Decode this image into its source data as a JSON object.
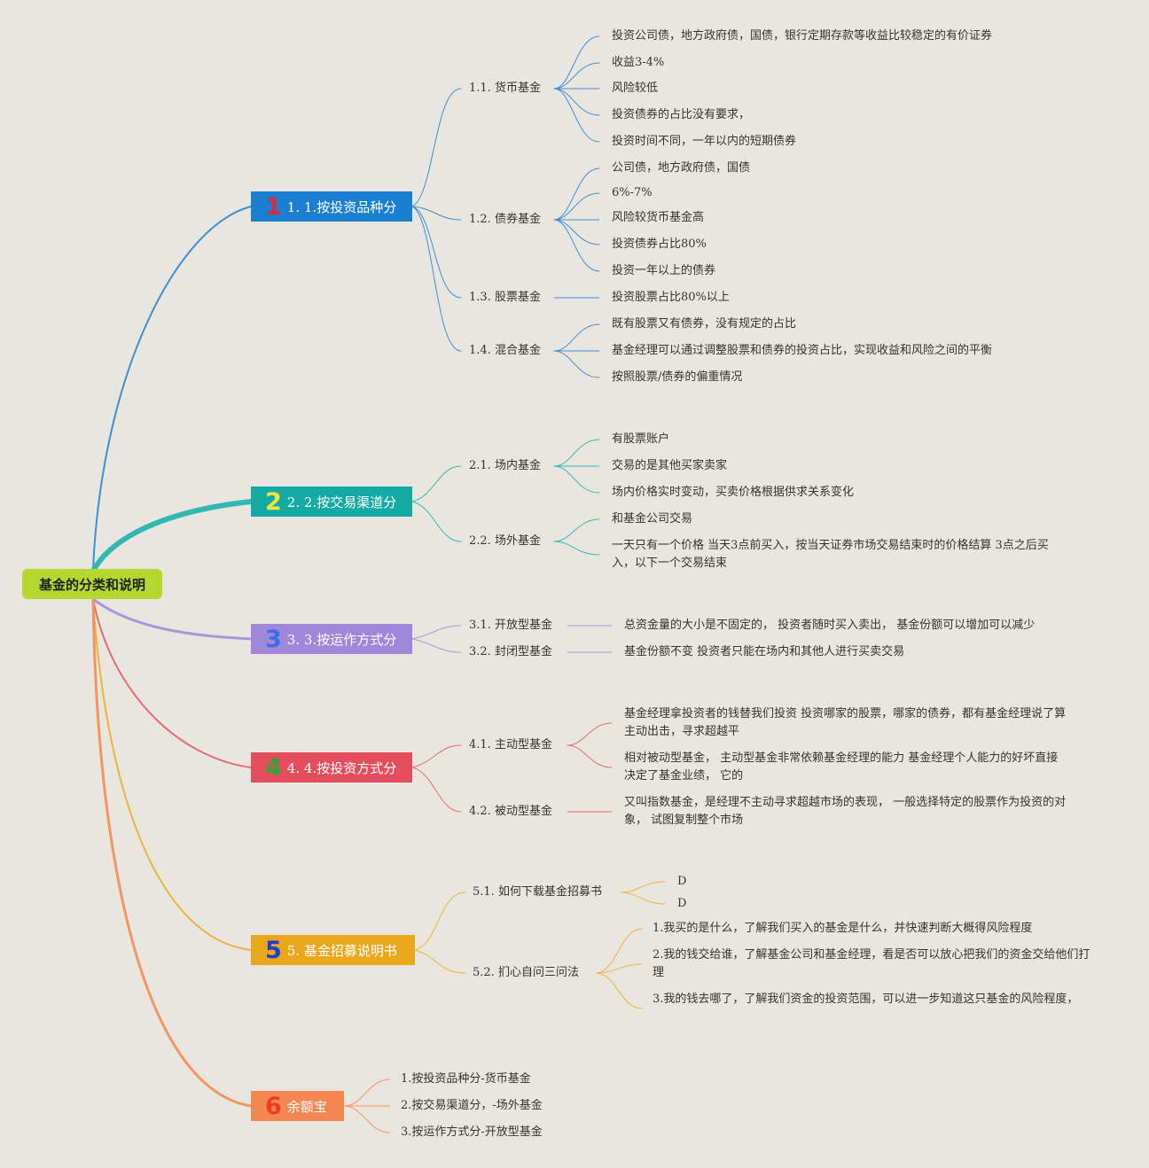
{
  "root": {
    "label": "基金的分类和说明"
  },
  "colors": {
    "root": "#b5d72e",
    "b1": "#1a7fd0",
    "b2": "#13aaa4",
    "b3": "#9f87d9",
    "b4": "#e44d5c",
    "b5": "#e9a81b",
    "b6": "#f48650",
    "num1": "#e0283a",
    "num2": "#f4e43a",
    "num3": "#3a6ee8",
    "num4": "#2ca83a",
    "num5": "#1a3fd0",
    "num6": "#ef3a2a",
    "line1": "#3d8fd6",
    "line2": "#31b8b2",
    "line3": "#a997de",
    "line4": "#e56b76",
    "line5": "#e9b53a",
    "line6": "#f49460"
  },
  "branches": [
    {
      "number": "1",
      "label": "1. 1.按投资品种分",
      "children": [
        {
          "label": "1.1. 货币基金",
          "items": [
            "投资公司债，地方政府债，国债，银行定期存款等收益比较稳定的有价证券",
            "收益3-4%",
            "风险较低",
            "投资债券的占比没有要求，",
            "投资时间不同，一年以内的短期债券"
          ]
        },
        {
          "label": "1.2. 债券基金",
          "items": [
            "公司债，地方政府债，国债",
            "6%-7%",
            "风险较货币基金高",
            "投资债券占比80%",
            "投资一年以上的债券"
          ]
        },
        {
          "label": "1.3. 股票基金",
          "items": [
            "投资股票占比80%以上"
          ]
        },
        {
          "label": "1.4. 混合基金",
          "items": [
            "既有股票又有债券，没有规定的占比",
            "基金经理可以通过调整股票和债券的投资占比，实现收益和风险之间的平衡",
            "按照股票/债券的偏重情况"
          ]
        }
      ]
    },
    {
      "number": "2",
      "label": "2. 2.按交易渠道分",
      "children": [
        {
          "label": "2.1. 场内基金",
          "items": [
            "有股票账户",
            "交易的是其他买家卖家",
            "场内价格实时变动，买卖价格根据供求关系变化"
          ]
        },
        {
          "label": "2.2. 场外基金",
          "items": [
            "和基金公司交易",
            "一天只有一个价格 当天3点前买入，按当天证券市场交易结束时的价格结算 3点之后买入，以下一个交易结束"
          ]
        }
      ]
    },
    {
      "number": "3",
      "label": "3. 3.按运作方式分",
      "children": [
        {
          "label": "3.1. 开放型基金",
          "items": [
            "总资金量的大小是不固定的， 投资者随时买入卖出， 基金份额可以增加可以减少"
          ]
        },
        {
          "label": "3.2. 封闭型基金",
          "items": [
            "基金份额不变 投资者只能在场内和其他人进行买卖交易"
          ]
        }
      ]
    },
    {
      "number": "4",
      "label": "4. 4.按投资方式分",
      "children": [
        {
          "label": "4.1. 主动型基金",
          "items": [
            "基金经理拿投资者的钱替我们投资 投资哪家的股票，哪家的债券，都有基金经理说了算 主动出击，寻求超越平",
            "相对被动型基金， 主动型基金非常依赖基金经理的能力 基金经理个人能力的好坏直接决定了基金业绩， 它的"
          ]
        },
        {
          "label": "4.2. 被动型基金",
          "items": [
            "又叫指数基金，是经理不主动寻求超越市场的表现， 一般选择特定的股票作为投资的对象， 试图复制整个市场"
          ]
        }
      ]
    },
    {
      "number": "5",
      "label": "5. 基金招募说明书",
      "children": [
        {
          "label": "5.1. 如何下载基金招募书",
          "items": [
            "D",
            "D"
          ]
        },
        {
          "label": "5.2. 扪心自问三问法",
          "items": [
            "1.我买的是什么，了解我们买入的基金是什么，并快速判断大概得风险程度",
            "2.我的钱交给谁，了解基金公司和基金经理，看是否可以放心把我们的资金交给他们打理",
            "3.我的钱去哪了，了解我们资金的投资范围，可以进一步知道这只基金的风险程度，"
          ]
        }
      ]
    },
    {
      "number": "6",
      "label": "余额宝",
      "items": [
        "1.按投资品种分-货币基金",
        "2.按交易渠道分，-场外基金",
        "3.按运作方式分-开放型基金"
      ]
    }
  ]
}
